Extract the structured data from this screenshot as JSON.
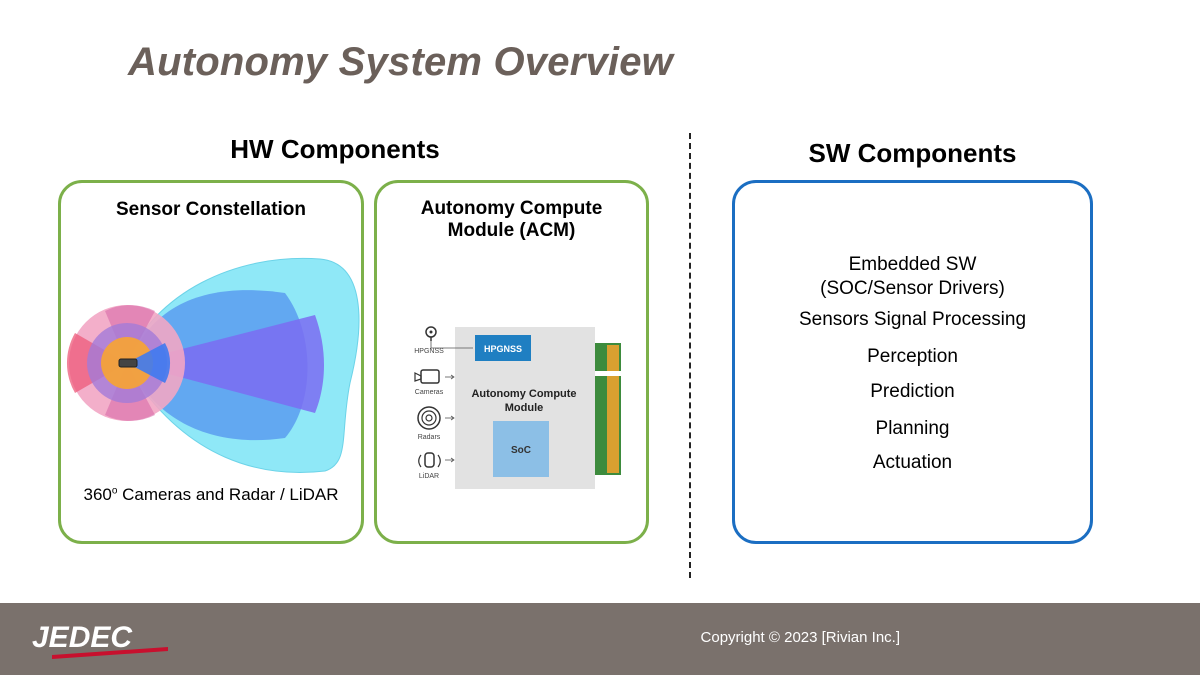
{
  "title": "Autonomy System Overview",
  "hw": {
    "heading": "HW Components",
    "sensor": {
      "title": "Sensor Constellation",
      "caption_prefix": "360",
      "caption_degree": "o",
      "caption_suffix": " Cameras and Radar / LiDAR"
    },
    "acm": {
      "title_line1": "Autonomy Compute",
      "title_line2": "Module (ACM)",
      "diagram": {
        "hpgnss_box": "HPGNSS",
        "module_line1": "Autonomy Compute",
        "module_line2": "Module",
        "soc": "SoC",
        "inputs": [
          "HPGNSS",
          "Cameras",
          "Radars",
          "LiDAR"
        ]
      }
    }
  },
  "sw": {
    "heading": "SW Components",
    "items": [
      "Embedded SW",
      "(SOC/Sensor Drivers)",
      "Sensors Signal Processing",
      "Perception",
      "Prediction",
      "Planning",
      "Actuation"
    ]
  },
  "footer": {
    "logo_text": "JEDEC",
    "copyright": "Copyright © 2023 [Rivian Inc.]"
  },
  "colors": {
    "hw_border": "#7cb04a",
    "sw_border": "#1b6ec2",
    "footer_bg": "#7a716c",
    "title": "#6b605a"
  }
}
